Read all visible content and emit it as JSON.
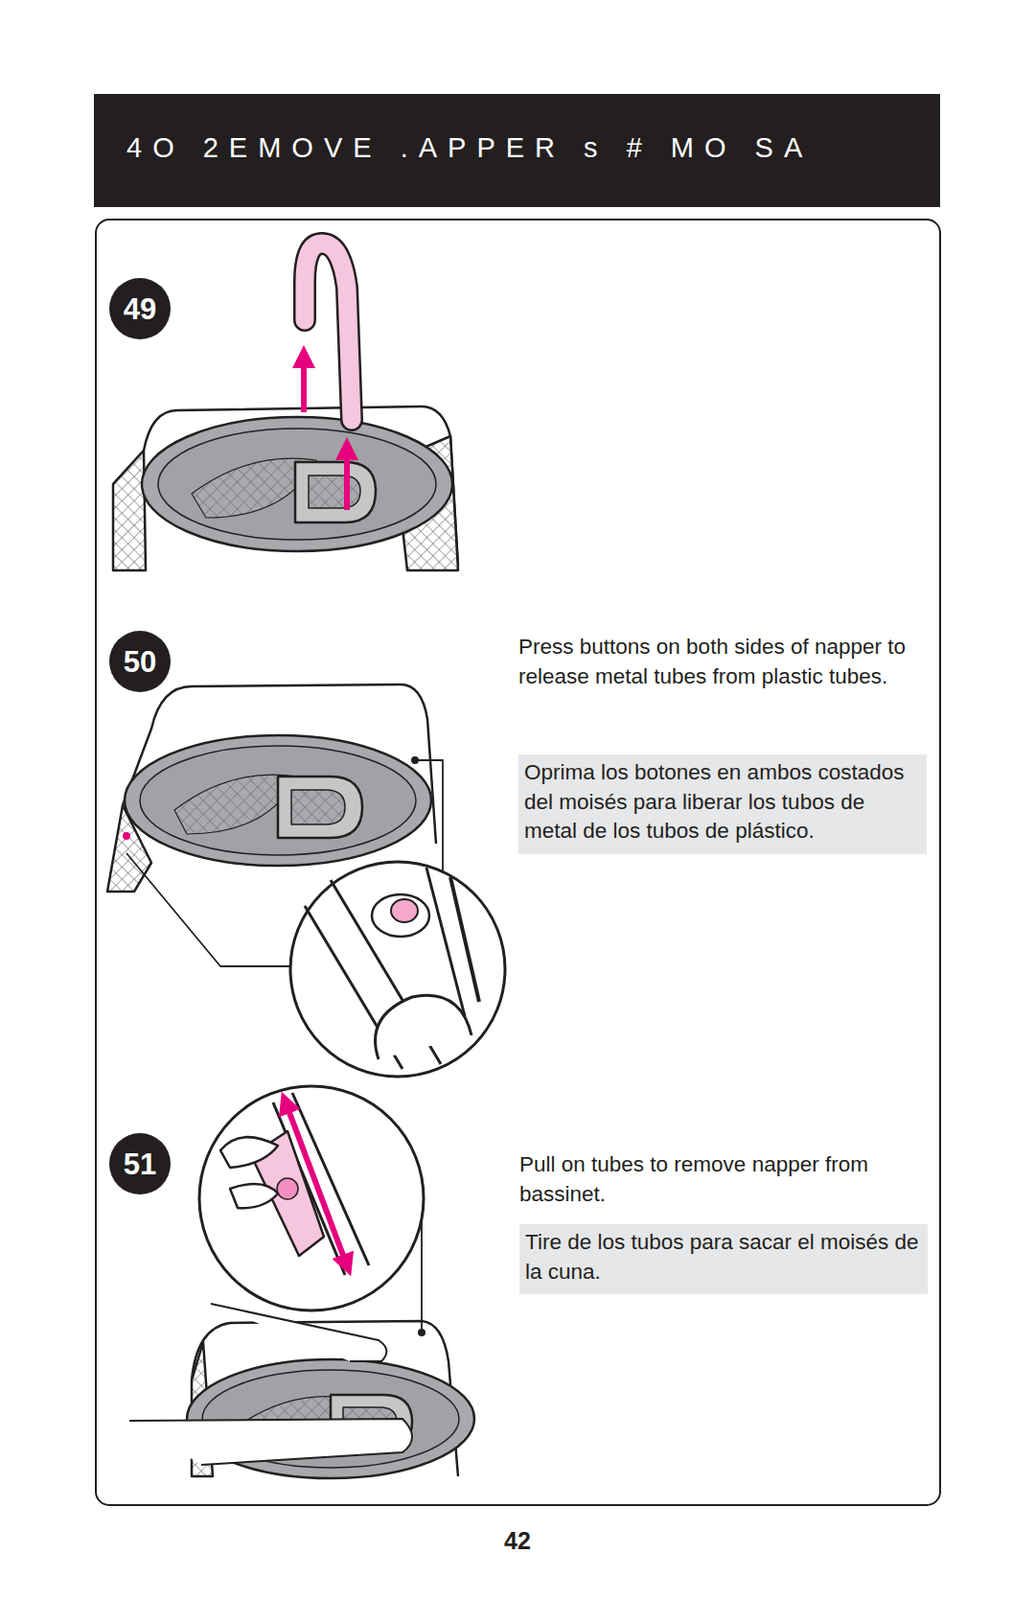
{
  "diagram": {
    "title": "4O 2EMOVE .APPER s # MO SA",
    "nodes": [
      {
        "text": [
          "49"
        ]
      },
      {
        "text": [
          "50"
        ]
      },
      {
        "text": [
          "51"
        ]
      },
      {
        "text": [
          "Oprima los botones en ambos costados del moisés para liberar los tubos de metal de los tubos de plástico."
        ]
      },
      {
        "text": [
          "Tire de los tubos para sacar el moisés de la cuna."
        ]
      }
    ],
    "labels": [
      "Press buttons on both sides of napper to release metal tubes from plastic tubes.",
      "Pull on tubes to remove napper from bassinet.",
      "42"
    ]
  }
}
